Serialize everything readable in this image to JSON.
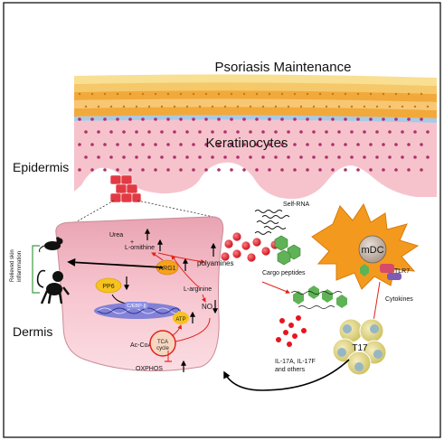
{
  "title": "Psoriasis Maintenance",
  "regions": {
    "keratinocytes": "Keratinocytes",
    "epidermis": "Epidermis",
    "dermis": "Dermis"
  },
  "side_label": [
    "Relieved skin",
    "inflammation"
  ],
  "cell_labels": {
    "urea": "Urea",
    "plus": "+",
    "l_ornithine": "L-ornithine",
    "arg1": "ARG1",
    "polyamines": "polyamines",
    "pp6": "PP6",
    "cebpb": "C/EBP-β",
    "l_arginine": "L-arginine",
    "atp": "ATP",
    "no": "NO",
    "ac_coa": "Ac-CoA",
    "tca": "TCA",
    "cycle": "cycle",
    "oxphos": "OXPHOS"
  },
  "immune_labels": {
    "self_rna": "Self-RNA",
    "cargo_peptides": "Cargo peptides",
    "mdc": "mDC",
    "tlr7": "TLR7",
    "cytokines": "Cytokines",
    "t17": "T17",
    "il_line1": "IL-17A, IL-17F",
    "il_line2": "and others"
  },
  "colors": {
    "border": "#000000",
    "skin_pink": "#f4c6cf",
    "cell_fill": "#f2a3b4",
    "nucleus": "#b0306a",
    "orange_layer": "#f2a93b",
    "yellow_layer": "#f8df92",
    "red_arrow": "#e2231a",
    "arg1": "#f7a21c",
    "pp6": "#f7c31c",
    "dna": "#7b7fd8",
    "mdc": "#f39a1e",
    "t17": "#ebe089",
    "peptide": "#5fb255",
    "dot_red": "#e8141e"
  },
  "icons": [
    "mouse-icon",
    "monkey-icon"
  ]
}
